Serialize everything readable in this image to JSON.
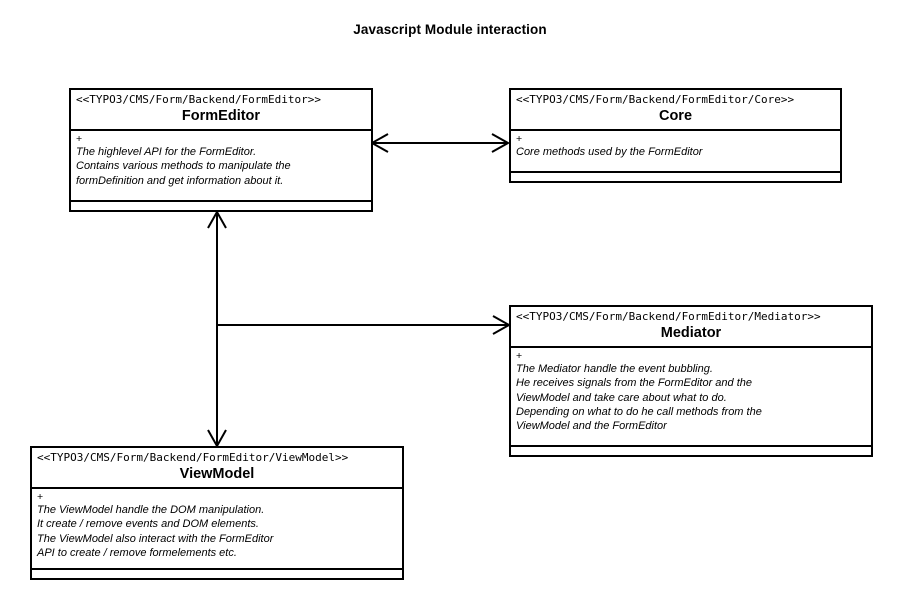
{
  "diagram": {
    "title": "Javascript Module interaction",
    "type": "uml-class-diagram",
    "background_color": "#ffffff",
    "line_color": "#000000"
  },
  "classes": [
    {
      "id": "formeditor",
      "stereotype": "<<TYPO3/CMS/Form/Backend/FormEditor>>",
      "name": "FormEditor",
      "visibility": "+",
      "description": [
        "The highlevel API for the FormEditor.",
        "Contains various methods to manipulate the",
        "formDefinition and get information about it."
      ]
    },
    {
      "id": "core",
      "stereotype": "<<TYPO3/CMS/Form/Backend/FormEditor/Core>>",
      "name": "Core",
      "visibility": "+",
      "description": [
        "Core methods used by the FormEditor"
      ]
    },
    {
      "id": "mediator",
      "stereotype": "<<TYPO3/CMS/Form/Backend/FormEditor/Mediator>>",
      "name": "Mediator",
      "visibility": "+",
      "description": [
        "The Mediator handle the event bubbling.",
        "He receives signals from the FormEditor and the",
        "ViewModel and take care about what to do.",
        "Depending on what to do he call methods from the",
        "ViewModel and the FormEditor"
      ]
    },
    {
      "id": "viewmodel",
      "stereotype": "<<TYPO3/CMS/Form/Backend/FormEditor/ViewModel>>",
      "name": "ViewModel",
      "visibility": "+",
      "description": [
        "The ViewModel handle the DOM manipulation.",
        "It create / remove events and DOM elements.",
        "The ViewModel also interact with the FormEditor",
        "API to create / remove formelements etc."
      ]
    }
  ],
  "connectors": [
    {
      "id": "formeditor-core",
      "from": "formeditor",
      "to": "core",
      "arrow": "bidirectional",
      "orientation": "horizontal"
    },
    {
      "id": "formeditor-viewmodel",
      "from": "formeditor",
      "to": "viewmodel",
      "arrow": "bidirectional",
      "orientation": "vertical"
    },
    {
      "id": "viewmodel-mediator",
      "from": "formeditor-viewmodel-link",
      "to": "mediator",
      "arrow": "unidirectional",
      "orientation": "horizontal"
    }
  ]
}
